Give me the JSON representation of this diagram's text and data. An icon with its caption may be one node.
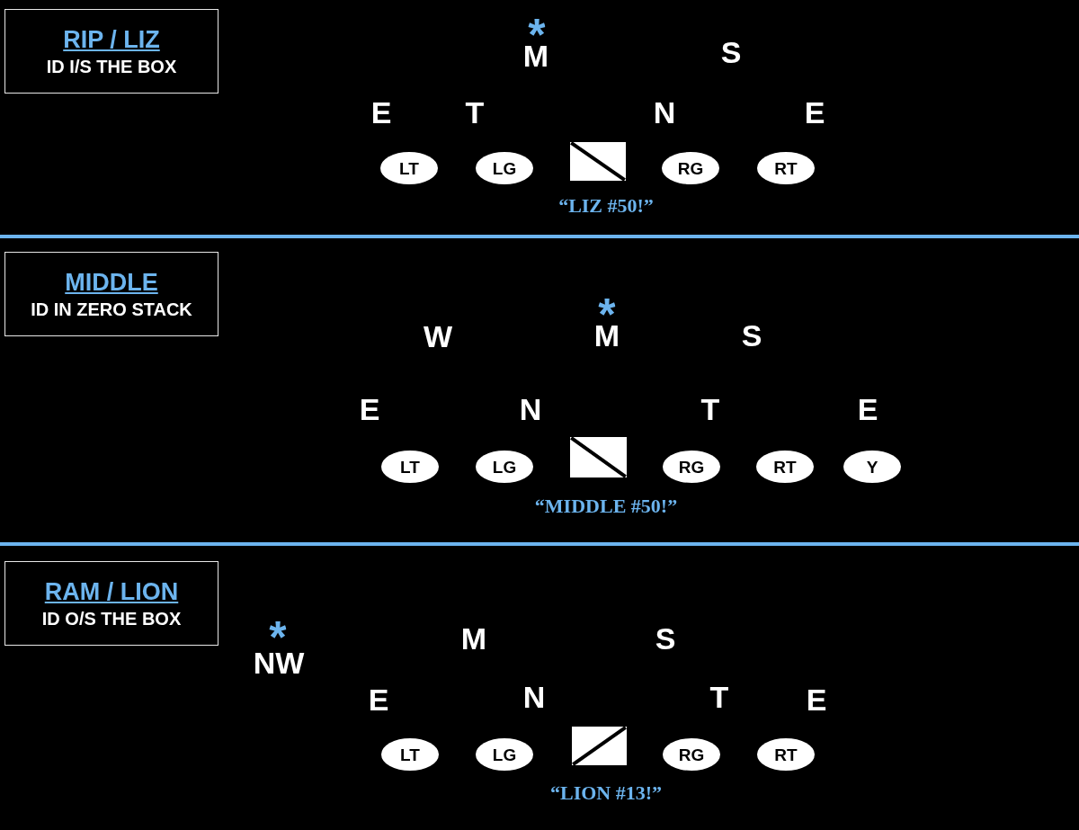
{
  "diagram": {
    "nodes": [
      {
        "text": [
          "RIP / LIZ",
          "ID I/S THE BOX"
        ]
      },
      {
        "text": [
          "LT"
        ]
      },
      {
        "text": [
          "LG"
        ]
      },
      {
        "text": [],
        "shape": "box"
      },
      {
        "text": [
          "RG"
        ]
      },
      {
        "text": [
          "RT"
        ]
      },
      {
        "text": [
          "MIDDLE",
          "ID IN ZERO STACK"
        ]
      },
      {
        "text": [
          "LT"
        ]
      },
      {
        "text": [
          "LG"
        ]
      },
      {
        "text": [],
        "shape": "box"
      },
      {
        "text": [
          "RG"
        ]
      },
      {
        "text": [
          "RT"
        ]
      },
      {
        "text": [
          "Y"
        ]
      },
      {
        "text": [
          "RAM / LION",
          "ID O/S THE BOX"
        ]
      },
      {
        "text": [
          "LT"
        ]
      },
      {
        "text": [
          "LG"
        ]
      },
      {
        "text": [],
        "shape": "box"
      },
      {
        "text": [
          "RG"
        ]
      },
      {
        "text": [
          "RT"
        ]
      }
    ],
    "labels": [
      "*",
      "M",
      "S",
      "E",
      "T",
      "N",
      "E",
      "“LIZ #50!”",
      "*",
      "W",
      "M",
      "S",
      "E",
      "N",
      "T",
      "E",
      "“MIDDLE #50!”",
      "*",
      "M",
      "S",
      "NW",
      "E",
      "N",
      "T",
      "E",
      "“LION #13!”"
    ]
  }
}
